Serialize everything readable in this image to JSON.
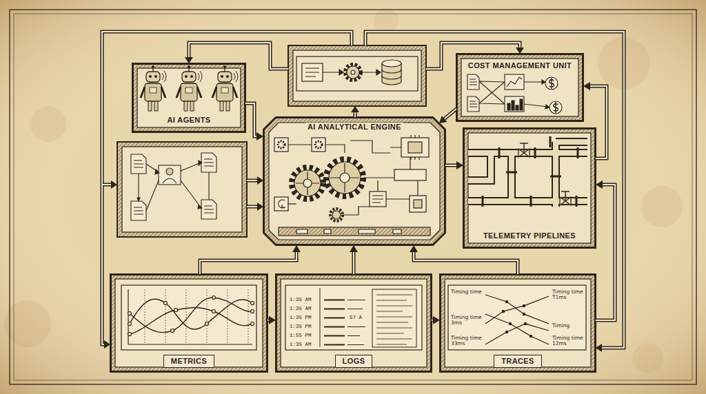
{
  "diagram": {
    "nodes": [
      {
        "text": [
          "AI AGENTS"
        ]
      },
      {
        "text": [
          "COST MANAGEMENT UNIT"
        ]
      },
      {
        "text": [
          "AI ANALYTICAL ENGINE"
        ]
      },
      {
        "text": [
          "TELEMETRY PIPELINES"
        ]
      },
      {
        "text": [
          "METRICS"
        ]
      },
      {
        "text": [
          "LOGS"
        ]
      },
      {
        "text": [
          "TRACES"
        ]
      }
    ],
    "edges": [
      {
        "from": 0,
        "to": 2,
        "arrow": "to"
      },
      {
        "from": 1,
        "to": 2,
        "arrow": "to"
      },
      {
        "from": 2,
        "to": 3,
        "arrow": "to"
      },
      {
        "from": 3,
        "to": 1,
        "arrow": "to"
      },
      {
        "from": 4,
        "to": 2,
        "arrow": "to"
      },
      {
        "from": 5,
        "to": 2,
        "arrow": "to"
      },
      {
        "from": 6,
        "to": 2,
        "arrow": "to"
      },
      {
        "from": 4,
        "to": 5,
        "arrow": "to"
      },
      {
        "from": 5,
        "to": 6,
        "arrow": "to"
      },
      {
        "from": 6,
        "to": 3,
        "arrow": "to"
      }
    ],
    "labels": [
      "1:35 AM",
      "1:35 AM",
      "1:35 PM",
      "1:35 PM",
      "1:55 PM",
      "1:35 AM",
      "57 A",
      "Timing time",
      "Timing time T1ms",
      "Timing time 3ms",
      "Timing",
      "Timing time 33ms",
      "Timing time 12ms"
    ]
  }
}
